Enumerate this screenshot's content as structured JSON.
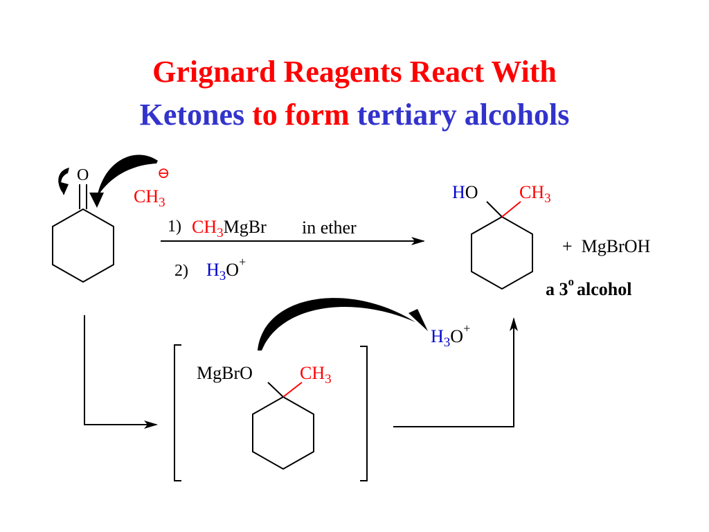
{
  "title": {
    "line1": "Grignard Reagents React With",
    "line2_part1": "Ketones",
    "line2_part2": " to form ",
    "line2_part3": "tertiary alcohols"
  },
  "colors": {
    "red": "#ff0000",
    "blue": "#3333cc",
    "black": "#000000"
  },
  "reactant": {
    "oxygen": "O",
    "nucleophile_main": "CH",
    "nucleophile_sub": "3",
    "charge_symbol": "⊖"
  },
  "conditions": {
    "step1_num": "1)",
    "step1_reagent_main": "CH",
    "step1_reagent_sub": "3",
    "step1_reagent_rest": "MgBr",
    "step1_solvent": "in ether",
    "step2_num": "2)",
    "step2_reagent_h": "H",
    "step2_reagent_sub": "3",
    "step2_reagent_o": "O",
    "step2_reagent_sup": "+"
  },
  "product": {
    "h_label": "H",
    "o_label": "O",
    "methyl_main": "CH",
    "methyl_sub": "3",
    "byproduct": "+  MgBrOH",
    "class_pre": "a 3",
    "class_sup": "o",
    "class_post": "alcohol"
  },
  "intermediate": {
    "alkoxide_label": "MgBrO",
    "methyl_main": "CH",
    "methyl_sub": "3",
    "acid_h": "H",
    "acid_sub": "3",
    "acid_o": "O",
    "acid_sup": "+"
  },
  "icons": {
    "curved_arrow_small": "curved-arrow-icon",
    "curved_arrow_large": "curved-arrow-icon",
    "reaction_arrow": "arrow-right-icon"
  }
}
